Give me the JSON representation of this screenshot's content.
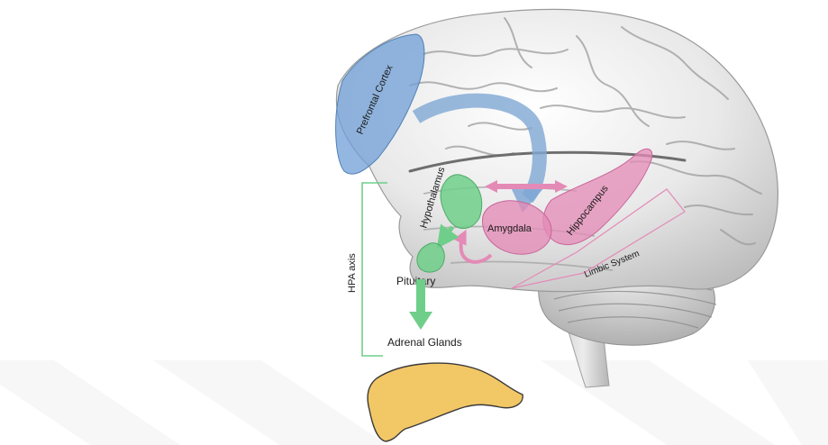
{
  "labels": {
    "prefrontal_cortex": "Prefrontal Cortex",
    "hypothalamus": "Hypothalamus",
    "amygdala": "Amygdala",
    "hippocampus": "Hippocampus",
    "limbic_system": "Limbic System",
    "pituitary": "Pituitary",
    "adrenal_glands": "Adrenal Glands",
    "hpa_axis": "HPA axis"
  },
  "colors": {
    "prefrontal": "#6f9fd6",
    "blue_arrow": "#7fa7d3",
    "limbic_pink": "#e48ab6",
    "hpa_green": "#6fcf8a",
    "adrenal_fill": "#f2c766",
    "brain_light": "#f2f2f2",
    "brain_shadow": "#b3b3b3",
    "watermark": "#f1f1f1"
  }
}
